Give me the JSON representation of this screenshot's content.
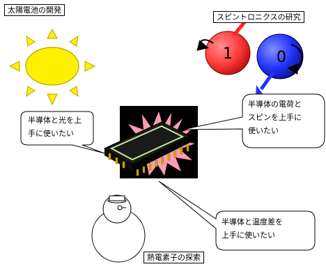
{
  "labels": {
    "solar": "太陽電池の開発",
    "spintronics": "スピントロニクスの研究",
    "thermo": "熱電素子の探索"
  },
  "bubbles": {
    "left": [
      "半導体と光を上",
      "手に使いたい"
    ],
    "right": [
      "半導体の電荷と",
      "スピンを上手に",
      "使いたい"
    ],
    "bottom": [
      "半導体と温度差を",
      "上手に使いたい"
    ]
  },
  "spin_balls": {
    "one": "1",
    "zero": "0"
  },
  "colors": {
    "sun": "#fff000",
    "sun_stroke": "#b8a000",
    "ball_red": "#ff3c3c",
    "ball_blue": "#2233ff",
    "burst": "#ff9bb0",
    "chip_border": "#c8e6a0",
    "pins": "#d4a800"
  }
}
